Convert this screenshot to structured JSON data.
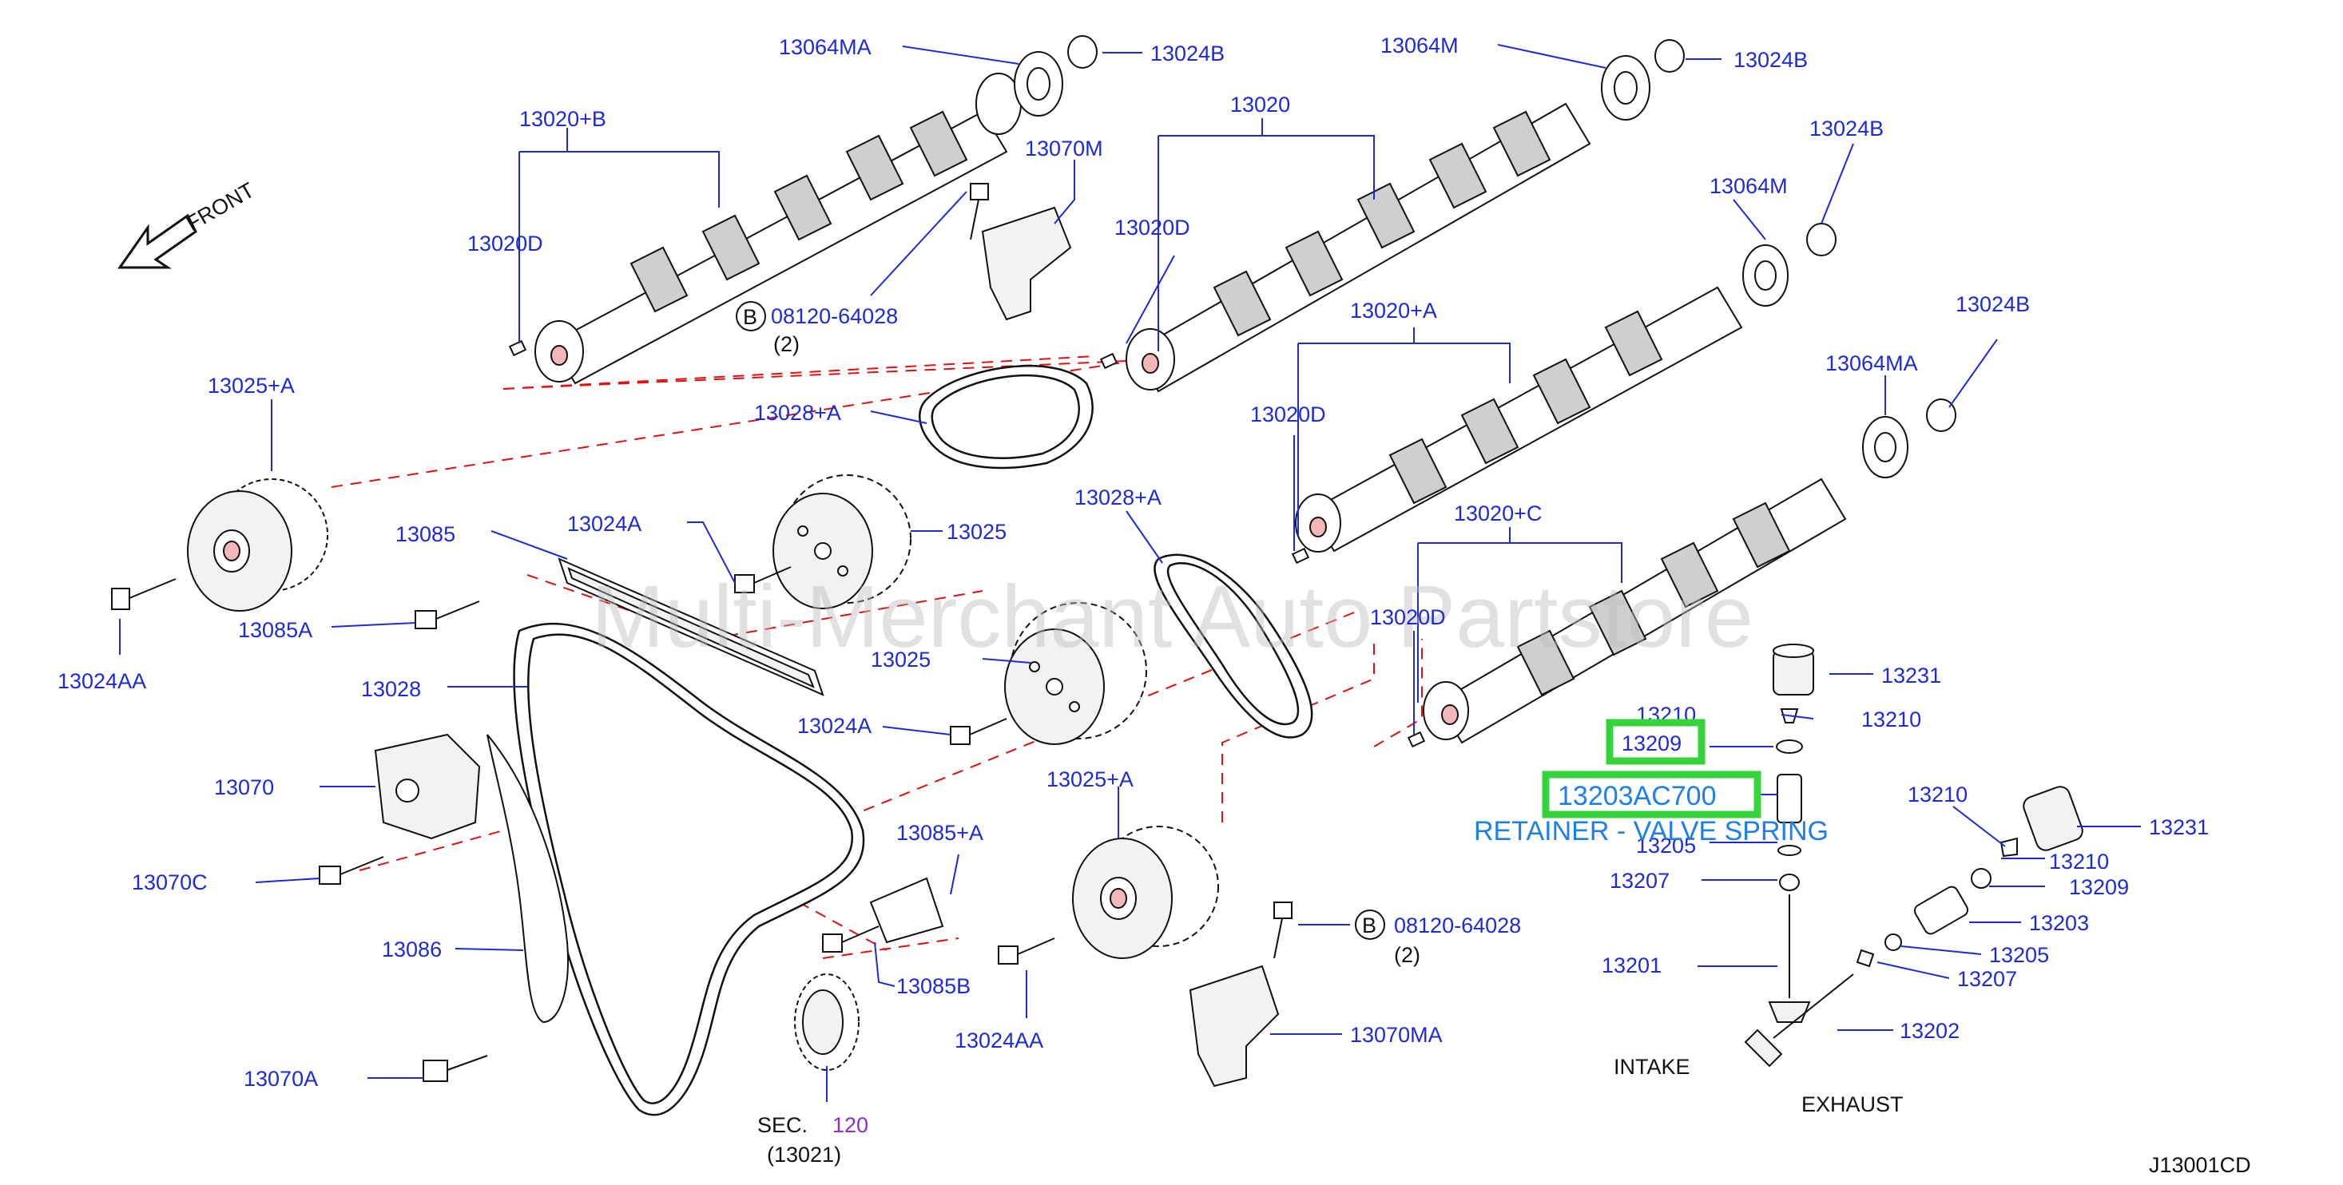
{
  "watermark": "Multi-Merchant Auto Partstore",
  "front_label": "FRONT",
  "diagram_id": "J13001CD",
  "intake_label": "INTAKE",
  "exhaust_label": "EXHAUST",
  "sec_label": "SEC.",
  "sec_number": "120",
  "sec_sub": "(13021)",
  "bolt_b_circle": "B",
  "highlight": {
    "part_number": "13209",
    "selected_part": "13203AC700",
    "description": "RETAINER - VALVE SPRING"
  },
  "callouts": {
    "c13064MA_top": "13064MA",
    "c13024B_1": "13024B",
    "c13064M_top": "13064M",
    "c13024B_2": "13024B",
    "c13020B": "13020+B",
    "c13070M": "13070M",
    "c13020_top": "13020",
    "c13024B_3": "13024B",
    "c13064M_mid": "13064M",
    "c13020D_1": "13020D",
    "c08120_1": "08120-64028",
    "c08120_1_qty": "(2)",
    "c13020D_2": "13020D",
    "c13024B_4": "13024B",
    "c13020A": "13020+A",
    "c13064MA_mid": "13064MA",
    "c13025A_top": "13025+A",
    "c13028A_1": "13028+A",
    "c13020D_3": "13020D",
    "c13085": "13085",
    "c13024A_1": "13024A",
    "c13025_1": "13025",
    "c13028A_2": "13028+A",
    "c13020C": "13020+C",
    "c13085A": "13085A",
    "c13020D_4": "13020D",
    "c13024AA_1": "13024AA",
    "c13028": "13028",
    "c13025_2": "13025",
    "c13231_1": "13231",
    "c13210_1": "13210",
    "c13210_2": "13210",
    "c13024A_2": "13024A",
    "c13070": "13070",
    "c13025A_bot": "13025+A",
    "c13210_3": "13210",
    "c13231_2": "13231",
    "c13205_1": "13205",
    "c13085A_2": "13085+A",
    "c13210_4": "13210",
    "c13070C": "13070C",
    "c13207_1": "13207",
    "c13209_2": "13209",
    "c13203": "13203",
    "c08120_2": "08120-64028",
    "c08120_2_qty": "(2)",
    "c13086": "13086",
    "c13205_2": "13205",
    "c13201": "13201",
    "c13207_2": "13207",
    "c13085B": "13085B",
    "c13024AA_2": "13024AA",
    "c13070MA": "13070MA",
    "c13202": "13202",
    "c13070A": "13070A"
  },
  "colors": {
    "callout_text": "#1d2bd6",
    "dashed_lines": "#e01010",
    "highlight_box": "#35d43a",
    "highlight_text": "#1f7fe8"
  }
}
